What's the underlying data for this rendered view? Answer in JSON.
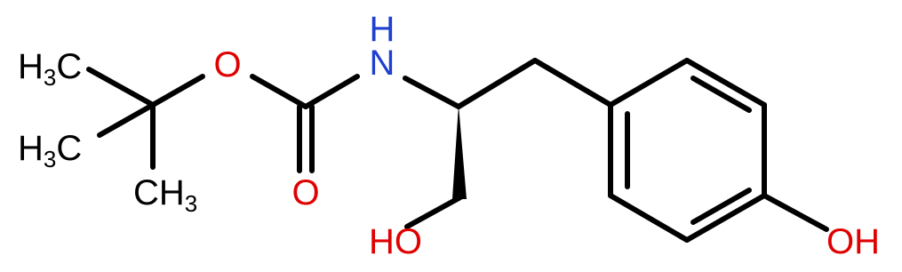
{
  "colors": {
    "carbon": "#000000",
    "oxygen": "#e00000",
    "nitrogen": "#1f3fcf",
    "background": "#ffffff"
  },
  "atoms": {
    "methyl_top": {
      "main": "H",
      "sub": "3",
      "tail": "C"
    },
    "methyl_mid": {
      "main": "H",
      "sub": "3",
      "tail": "C"
    },
    "methyl_bot": {
      "main": "CH",
      "sub": "3"
    },
    "ester_o": "O",
    "carbonyl_o": "O",
    "amine_nh": "N",
    "amine_h": "H",
    "alcohol_oh": "HO",
    "phenol_oh": "OH"
  }
}
